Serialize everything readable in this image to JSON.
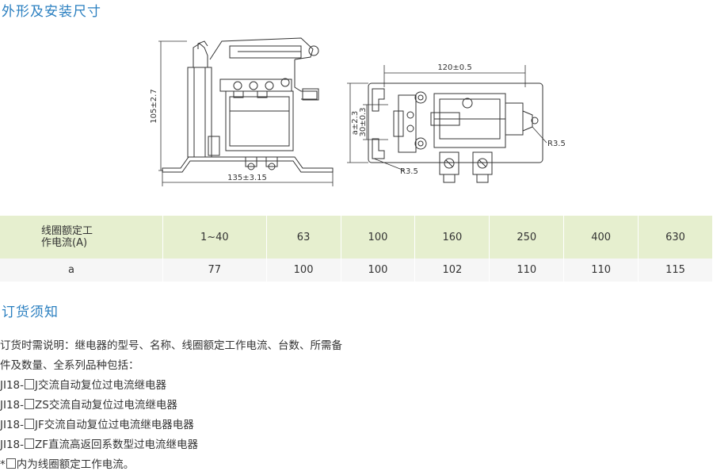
{
  "section1_title": "外形及安装尺寸",
  "drawing": {
    "dim_height": "105±2.7",
    "dim_width_side": "135±3.15",
    "dim_width_top": "120±0.5",
    "dim_hole": "30±0.3",
    "dim_a": "a±2.3",
    "radius_right": "R3.5",
    "radius_bottom": "R3.5"
  },
  "table": {
    "row1_header": [
      "线圈额定工",
      "作电流(A)"
    ],
    "row1_values": [
      "1~40",
      "63",
      "100",
      "160",
      "250",
      "400",
      "630"
    ],
    "row2_header": "a",
    "row2_values": [
      "77",
      "100",
      "100",
      "102",
      "110",
      "110",
      "115"
    ]
  },
  "section2_title": "订货须知",
  "notes": {
    "line1": "订货时需说明：继电器的型号、名称、线圈额定工作电流、台数、所需备",
    "line2": "件及数量、全系列品种包括：",
    "models": [
      {
        "prefix": "JI18-",
        "suffix": "J交流自动复位过电流继电器"
      },
      {
        "prefix": "JI18-",
        "suffix": "ZS交流自动复位过电流继电器"
      },
      {
        "prefix": "JI18-",
        "suffix": "JF交流自动复位过电流继电器电器"
      },
      {
        "prefix": "JI18-",
        "suffix": "ZF直流高返回系数型过电流继电器"
      }
    ],
    "footnote_prefix": "*",
    "footnote_suffix": "内为线圈额定工作电流。"
  }
}
